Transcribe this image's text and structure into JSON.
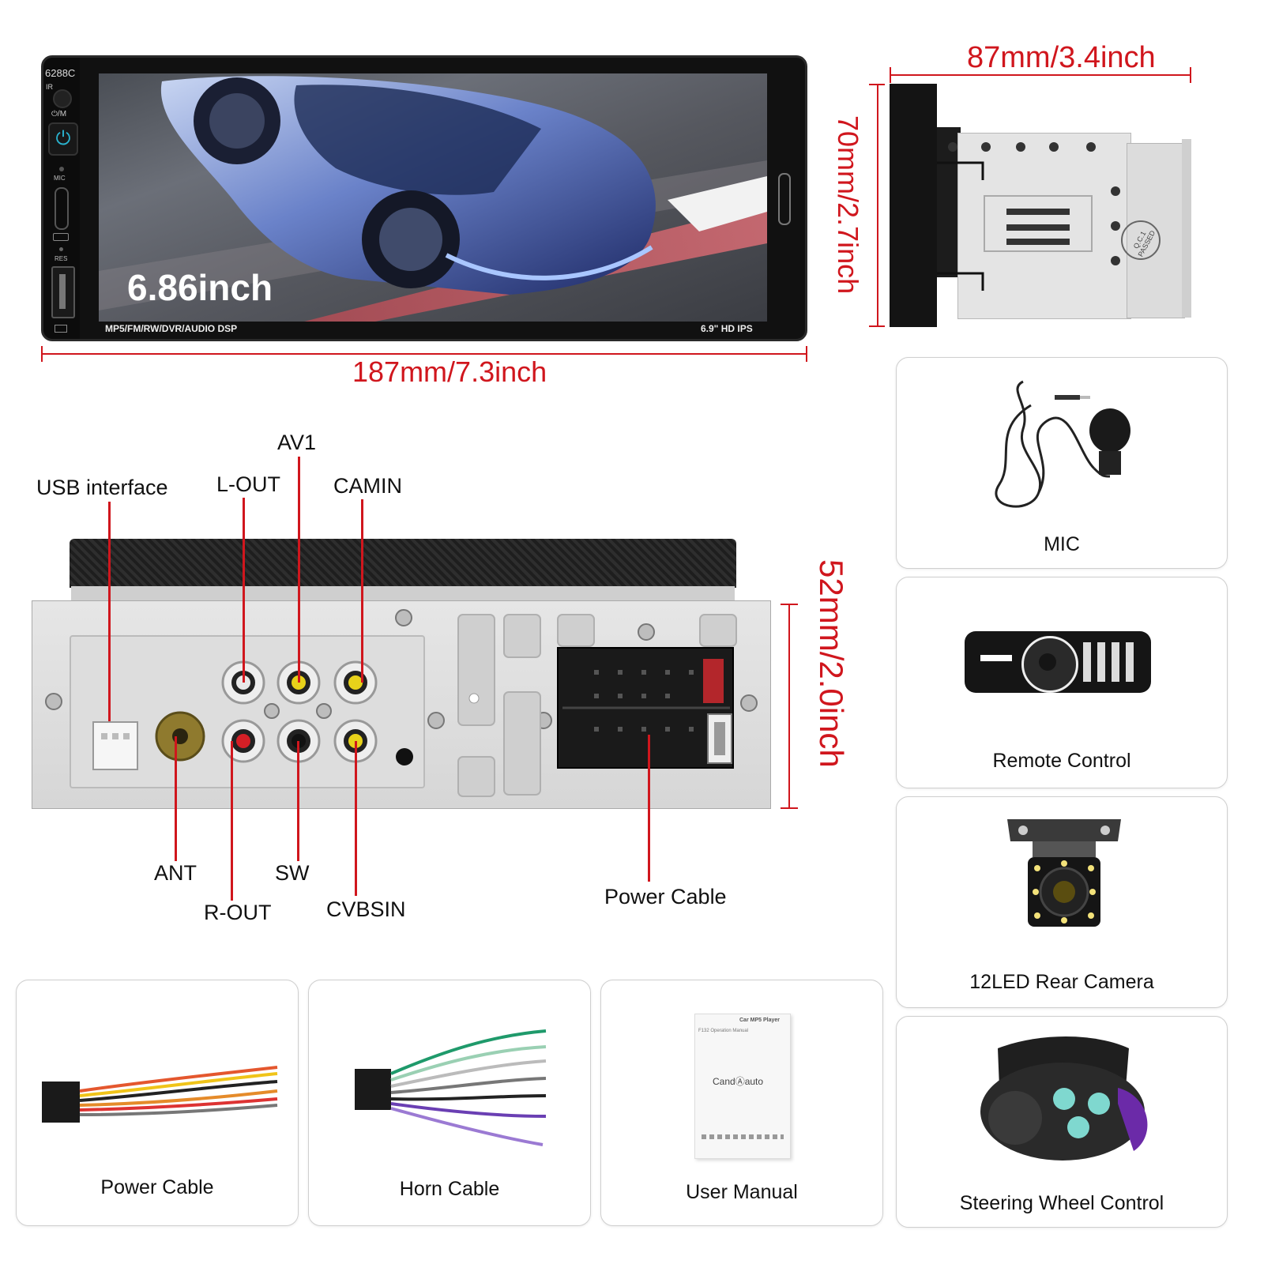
{
  "front_panel": {
    "model": "6288C",
    "ir_label": "IR",
    "power_label": "⏻/M",
    "mic_label": "MIC",
    "res_label": "RES",
    "screen_size_text": "6.86inch",
    "bottom_left_text": "MP5/FM/RW/DVR/AUDIO DSP",
    "bottom_right_text": "6.9\"  HD IPS"
  },
  "dimensions": {
    "width_front": "187mm/7.3inch",
    "depth_side": "87mm/3.4inch",
    "height_side": "70mm/2.7inch",
    "height_rear": "52mm/2.0inch"
  },
  "side_view": {
    "stamp": "Q.C.1 PASSED"
  },
  "rear_ports": {
    "usb": "USB interface",
    "lout": "L-OUT",
    "av1": "AV1",
    "camin": "CAMIN",
    "ant": "ANT",
    "rout": "R-OUT",
    "sw": "SW",
    "cvbsin": "CVBSIN",
    "power": "Power Cable"
  },
  "accessories": {
    "mic": "MIC",
    "remote": "Remote Control",
    "camera": "12LED Rear Camera",
    "steering": "Steering Wheel Control",
    "power_cable": "Power Cable",
    "horn_cable": "Horn Cable",
    "manual": "User Manual",
    "manual_title": "Car MP5 Player",
    "manual_subtitle": "F132 Operation Manual",
    "manual_brand": "CandⒶauto"
  },
  "colors": {
    "dimension_red": "#d0161d",
    "power_teal": "#2ab3cf"
  }
}
